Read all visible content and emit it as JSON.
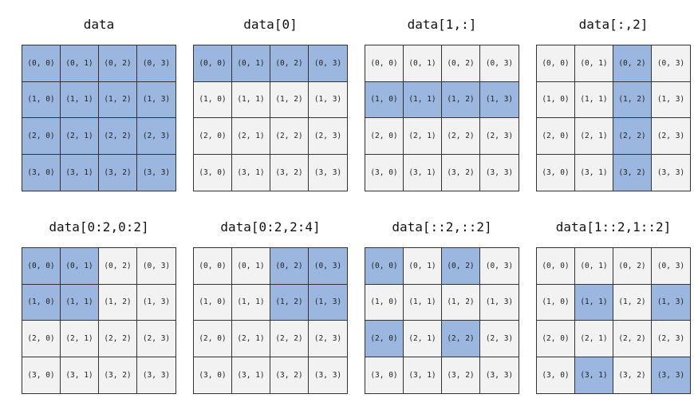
{
  "panels": [
    {
      "title": "data",
      "selected": [
        [
          0,
          0
        ],
        [
          0,
          1
        ],
        [
          0,
          2
        ],
        [
          0,
          3
        ],
        [
          1,
          0
        ],
        [
          1,
          1
        ],
        [
          1,
          2
        ],
        [
          1,
          3
        ],
        [
          2,
          0
        ],
        [
          2,
          1
        ],
        [
          2,
          2
        ],
        [
          2,
          3
        ],
        [
          3,
          0
        ],
        [
          3,
          1
        ],
        [
          3,
          2
        ],
        [
          3,
          3
        ]
      ]
    },
    {
      "title": "data[0]",
      "selected": [
        [
          0,
          0
        ],
        [
          0,
          1
        ],
        [
          0,
          2
        ],
        [
          0,
          3
        ]
      ]
    },
    {
      "title": "data[1,:]",
      "selected": [
        [
          1,
          0
        ],
        [
          1,
          1
        ],
        [
          1,
          2
        ],
        [
          1,
          3
        ]
      ]
    },
    {
      "title": "data[:,2]",
      "selected": [
        [
          0,
          2
        ],
        [
          1,
          2
        ],
        [
          2,
          2
        ],
        [
          3,
          2
        ]
      ]
    },
    {
      "title": "data[0:2,0:2]",
      "selected": [
        [
          0,
          0
        ],
        [
          0,
          1
        ],
        [
          1,
          0
        ],
        [
          1,
          1
        ]
      ]
    },
    {
      "title": "data[0:2,2:4]",
      "selected": [
        [
          0,
          2
        ],
        [
          0,
          3
        ],
        [
          1,
          2
        ],
        [
          1,
          3
        ]
      ]
    },
    {
      "title": "data[::2,::2]",
      "selected": [
        [
          0,
          0
        ],
        [
          0,
          2
        ],
        [
          2,
          0
        ],
        [
          2,
          2
        ]
      ]
    },
    {
      "title": "data[1::2,1::2]",
      "selected": [
        [
          1,
          1
        ],
        [
          1,
          3
        ],
        [
          3,
          1
        ],
        [
          3,
          3
        ]
      ]
    }
  ],
  "cell_labels": [
    [
      "(0, 0)",
      "(0, 1)",
      "(0, 2)",
      "(0, 3)"
    ],
    [
      "(1, 0)",
      "(1, 1)",
      "(1, 2)",
      "(1, 3)"
    ],
    [
      "(2, 0)",
      "(2, 1)",
      "(2, 2)",
      "(2, 3)"
    ],
    [
      "(3, 0)",
      "(3, 1)",
      "(3, 2)",
      "(3, 3)"
    ]
  ],
  "colors": {
    "selected": "#9bb7df",
    "unselected": "#f2f2f2",
    "border": "#333333"
  }
}
